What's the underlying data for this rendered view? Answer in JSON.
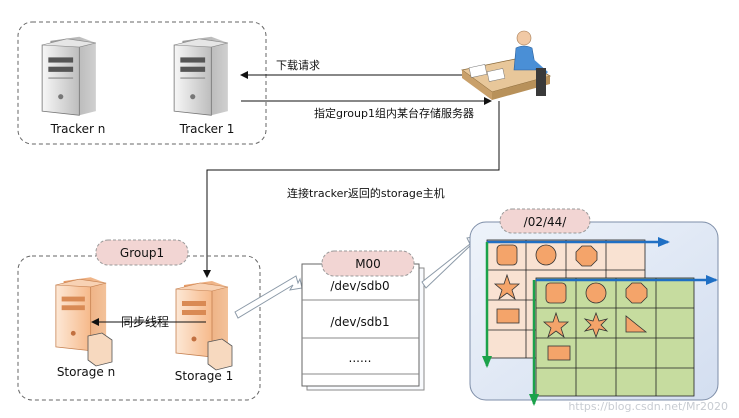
{
  "trackers": {
    "tracker_n_label": "Tracker n",
    "tracker_1_label": "Tracker 1"
  },
  "arrows": {
    "download_request": "下载请求",
    "assign_group1_storage": "指定group1组内某台存储服务器",
    "connect_storage": "连接tracker返回的storage主机",
    "sync_thread": "同步线程"
  },
  "group": {
    "badge": "Group1",
    "storage_n_label": "Storage n",
    "storage_1_label": "Storage 1"
  },
  "m00": {
    "badge": "M00",
    "rows": [
      "/dev/sdb0",
      "/dev/sdb1",
      "......"
    ]
  },
  "dir_panel": {
    "badge": "/02/44/"
  },
  "icons": [
    "server-icon",
    "user-at-desk-icon",
    "file-icon",
    "octagon-icon",
    "circle-icon",
    "star-icon",
    "rectangle-icon",
    "triangle-icon"
  ],
  "colors": {
    "dashed_border": "#666666",
    "badge_fill": "#f2d5d3",
    "panel_fill": "#dde6f3",
    "grid_back": "#f9e2d2",
    "grid_front": "#c6dc9f",
    "shape_fill": "#f4a46a",
    "axis_blue": "#1f6fc4",
    "axis_green": "#1ba24a"
  },
  "watermark": "https://blog.csdn.net/Mr2020"
}
